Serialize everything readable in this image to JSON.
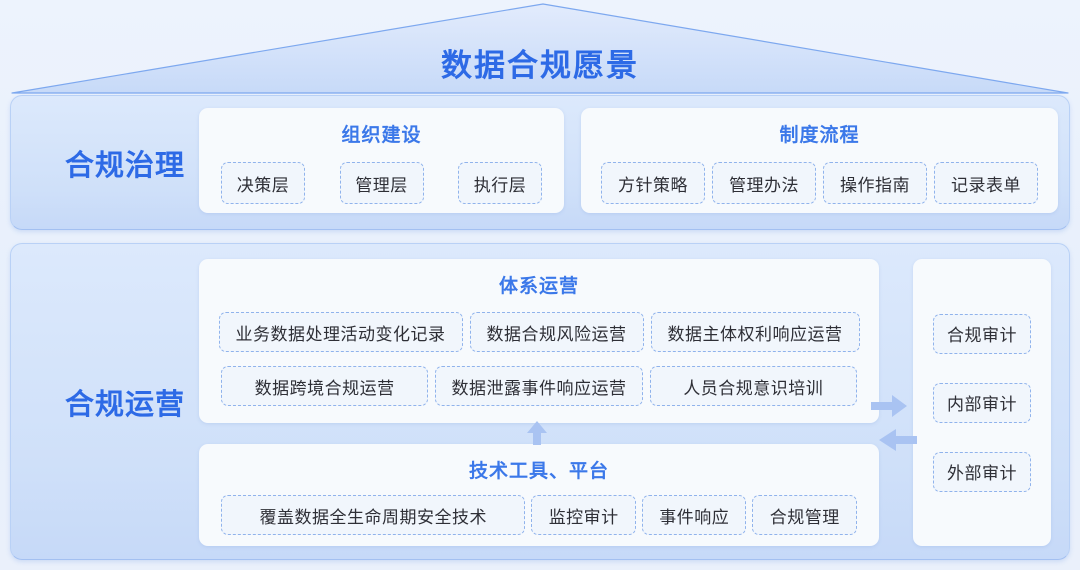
{
  "page": {
    "title": "数据合规愿景"
  },
  "governance": {
    "label": "合规治理",
    "groups": [
      {
        "title": "组织建设",
        "items": [
          "决策层",
          "管理层",
          "执行层"
        ]
      },
      {
        "title": "制度流程",
        "items": [
          "方针策略",
          "管理办法",
          "操作指南",
          "记录表单"
        ]
      }
    ]
  },
  "operations": {
    "label": "合规运营",
    "system_ops": {
      "title": "体系运营",
      "rows": [
        [
          "业务数据处理活动变化记录",
          "数据合规风险运营",
          "数据主体权利响应运营"
        ],
        [
          "数据跨境合规运营",
          "数据泄露事件响应运营",
          "人员合规意识培训"
        ]
      ]
    },
    "tech_tools": {
      "title": "技术工具、平台",
      "items": [
        "覆盖数据全生命周期安全技术",
        "监控审计",
        "事件响应",
        "合规管理"
      ]
    },
    "audit": {
      "items": [
        "合规审计",
        "内部审计",
        "外部审计"
      ]
    }
  },
  "icons": {
    "arrow_right": "arrow-right-icon",
    "arrow_left": "arrow-left-icon",
    "arrow_up": "arrow-up-icon"
  },
  "colors": {
    "accent_blue": "#2d6ae6",
    "card_title_blue": "#3b78e9",
    "band_blue": "#cfe0f9",
    "roof_fill_top": "#e0eafc",
    "roof_fill_bottom": "#c7daf8",
    "roof_stroke": "#7da8ef",
    "chip_border": "#90b3ec",
    "chip_bg": "#f1f6fc",
    "chip_text": "#2e2f36",
    "card_bg": "#f7fafd",
    "arrow_blue": "#a9c3f2",
    "page_bg": "#eaf0fb"
  }
}
